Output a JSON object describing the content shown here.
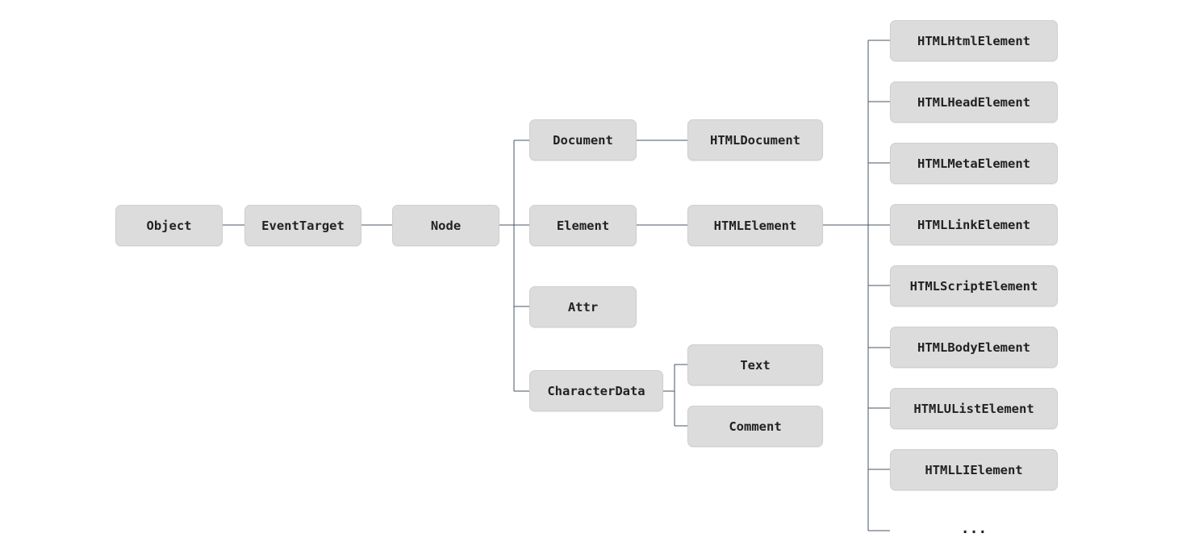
{
  "nodes": {
    "object": "Object",
    "event_target": "EventTarget",
    "node": "Node",
    "document": "Document",
    "element": "Element",
    "attr": "Attr",
    "character_data": "CharacterData",
    "html_document": "HTMLDocument",
    "html_element": "HTMLElement",
    "text": "Text",
    "comment": "Comment",
    "html_html_element": "HTMLHtmlElement",
    "html_head_element": "HTMLHeadElement",
    "html_meta_element": "HTMLMetaElement",
    "html_link_element": "HTMLLinkElement",
    "html_script_element": "HTMLScriptElement",
    "html_body_element": "HTMLBodyElement",
    "html_ulist_element": "HTMLUListElement",
    "html_li_element": "HTMLLIElement",
    "more": "..."
  },
  "colors": {
    "box_fill": "#dcdcdc",
    "line": "#4a5565",
    "text": "#222222"
  }
}
